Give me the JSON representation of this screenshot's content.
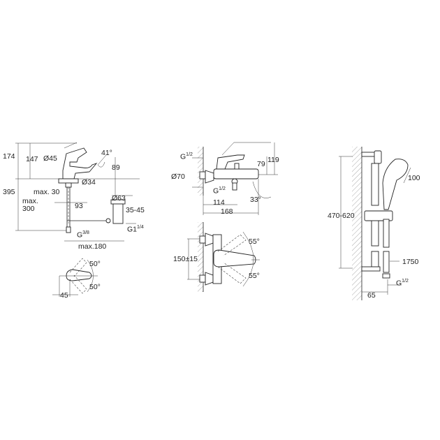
{
  "drawing": {
    "background": "#ffffff",
    "line_color": "#222222",
    "views": [
      {
        "id": "basin-mixer-side",
        "labels": {
          "h174": "174",
          "h147": "147",
          "d45": "Ø45",
          "a41": "41°",
          "h89": "89",
          "d34": "Ø34",
          "h395": "395",
          "max30": "max. 30",
          "max300a": "max.",
          "max300b": "300",
          "w93": "93",
          "d63": "Ø63",
          "r3545": "35-45",
          "g38": "G",
          "g38frac": "3/8",
          "g114": "G1",
          "g114frac": "1/4",
          "max180": "max.180"
        }
      },
      {
        "id": "basin-mixer-top",
        "labels": {
          "a50a": "50°",
          "a50b": "50°",
          "w45": "45"
        }
      },
      {
        "id": "bath-mixer-side",
        "labels": {
          "g12a": "G",
          "g12afrac": "1/2",
          "d70": "Ø70",
          "h79": "79",
          "h119": "119",
          "g12b": "G",
          "g12bfrac": "1/2",
          "w114": "114",
          "w168": "168",
          "a33": "33°"
        }
      },
      {
        "id": "bath-mixer-front",
        "labels": {
          "c150": "150±15",
          "a55a": "55°",
          "a55b": "55°"
        }
      },
      {
        "id": "shower-rail",
        "labels": {
          "h470": "470-620",
          "d100": "100",
          "l1750": "1750",
          "g12c": "G",
          "g12cfrac": "1/2",
          "w65": "65"
        }
      }
    ]
  }
}
